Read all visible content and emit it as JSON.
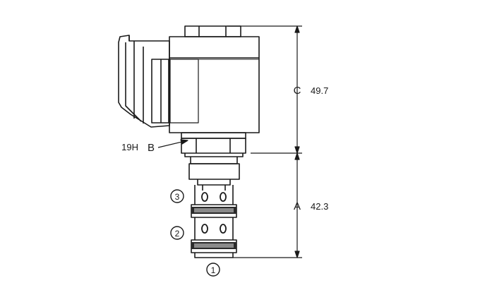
{
  "dimensions": {
    "coil": {
      "letter": "C",
      "value": "49.7"
    },
    "cartridge": {
      "letter": "A",
      "value": "42.3"
    }
  },
  "hex_nut": {
    "size": "19H",
    "letter": "B"
  },
  "ports": [
    {
      "number": "3"
    },
    {
      "number": "2"
    },
    {
      "number": "1"
    }
  ],
  "colors": {
    "line": "#1a1a1a",
    "background": "#ffffff"
  }
}
